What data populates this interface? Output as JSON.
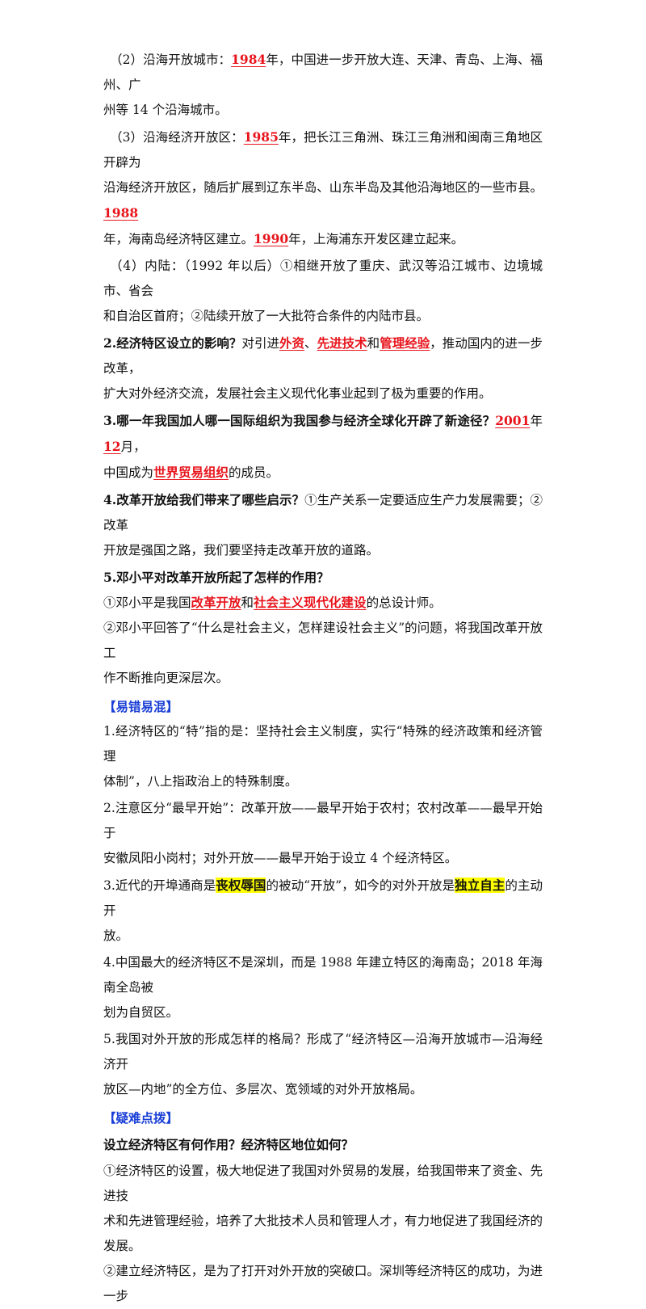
{
  "lines": {
    "l2a_pre": "（2）沿海开放城市：",
    "l2a_y": "1984",
    "l2a_post": "年，中国进一步开放大连、天津、青岛、上海、福州、广",
    "l2b": "州等 14 个沿海城市。",
    "l3a_pre": "（3）沿海经济开放区：",
    "l3a_y": "1985",
    "l3a_post": "年，把长江三角洲、珠江三角洲和闽南三角地区开辟为",
    "l3b_pre": "沿海经济开放区，随后扩展到辽东半岛、山东半岛及其他沿海地区的一些市县。",
    "l3b_y": "1988",
    "l3c_pre": "年，海南岛经济特区建立。",
    "l3c_y": "1990",
    "l3c_post": "年，上海浦东开发区建立起来。",
    "l4a": "（4）内陆：（1992 年以后）①相继开放了重庆、武汉等沿江城市、边境城市、省会",
    "l4b": "和自治区首府；②陆续开放了一大批符合条件的内陆市县。"
  },
  "q2": {
    "q": "2.经济特区设立的影响？",
    "a_pre": "对引进",
    "k1": "外资",
    "sep1": "、",
    "k2": "先进技术",
    "sep2": "和",
    "k3": "管理经验",
    "a_post": "，推动国内的进一步改革，",
    "a2": "扩大对外经济交流，发展社会主义现代化事业起到了极为重要的作用。"
  },
  "q3": {
    "q": "3.哪一年我国加人哪一国际组织为我国参与经济全球化开辟了新途径？",
    "year": "2001",
    "mid": "年",
    "month": "12",
    "post": "月，",
    "a_pre": "中国成为",
    "org": "世界贸易组织",
    "a_post": "的成员。"
  },
  "q4": {
    "q": "4.改革开放给我们带来了哪些启示？",
    "a": "①生产关系一定要适应生产力发展需要；②改革",
    "a2": "开放是强国之路，我们要坚持走改革开放的道路。"
  },
  "q5": {
    "q": "5.邓小平对改革开放所起了怎样的作用？",
    "a1_pre": "①邓小平是我国",
    "k1": "改革开放",
    "a1_mid": "和",
    "k2": "社会主义现代化建设",
    "a1_post": "的总设计师。",
    "a2": "②邓小平回答了“什么是社会主义，怎样建设社会主义”的问题，将我国改革开放工",
    "a3": "作不断推向更深层次。"
  },
  "section1": "【易错易混】",
  "mix": {
    "m1a": "1.经济特区的“特”指的是：坚持社会主义制度，实行“特殊的经济政策和经济管理",
    "m1b": "体制”，八上指政治上的特殊制度。",
    "m2a": "2.注意区分“最早开始”：改革开放——最早开始于农村；农村改革——最早开始于",
    "m2b": "安徽凤阳小岗村；对外开放——最早开始于设立 4 个经济特区。",
    "m3a_pre": "3.近代的开埠通商是",
    "m3a_h1": "丧权辱国",
    "m3a_mid": "的被动“开放”，如今的对外开放是",
    "m3a_h2": "独立自主",
    "m3a_post": "的主动开",
    "m3b": "放。",
    "m4a": "4.中国最大的经济特区不是深圳，而是 1988 年建立特区的海南岛；2018 年海南全岛被",
    "m4b": "划为自贸区。",
    "m5a": "5.我国对外开放的形成怎样的格局？形成了“经济特区—沿海开放城市—沿海经济开",
    "m5b": "放区—内地”的全方位、多层次、宽领域的对外开放格局。"
  },
  "section2": "【疑难点拨】",
  "diff": {
    "q": "设立经济特区有何作用？经济特区地位如何？",
    "d1a": "①经济特区的设置，极大地促进了我国对外贸易的发展，给我国带来了资金、先进技",
    "d1b": "术和先进管理经验，培养了大批技术人员和管理人才，有力地促进了我国经济的发展。",
    "d2a": "②建立经济特区，是为了打开对外开放的突破口。深圳等经济特区的成功，为进一步"
  }
}
